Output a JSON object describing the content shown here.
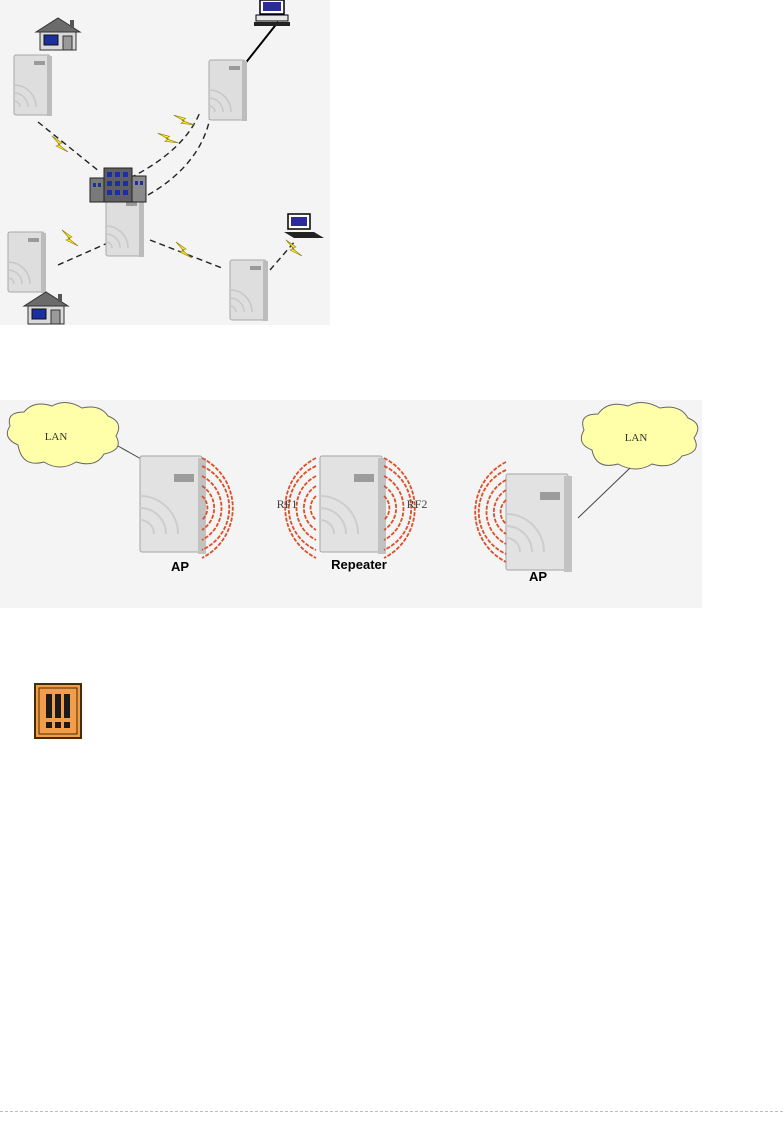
{
  "figure1": {
    "icons": [
      "house-icon",
      "desktop-computer-icon",
      "building-icon",
      "laptop-icon",
      "access-point-icon",
      "wireless-link-icon"
    ]
  },
  "figure2": {
    "lan_left": "LAN",
    "lan_right": "LAN",
    "rf1": "RF1",
    "rf2": "RF2",
    "ap_left": "AP",
    "repeater": "Repeater",
    "ap_right": "AP"
  },
  "note": {
    "icon": "warning-icon",
    "symbol": "!!!"
  },
  "colors": {
    "panel": "#f4f4f4",
    "device": "#dedede",
    "rf_waves": "#d9502a",
    "cloud": "#ffffaa",
    "lightning": "#ffee22",
    "warning_bg": "#f29d4a"
  }
}
